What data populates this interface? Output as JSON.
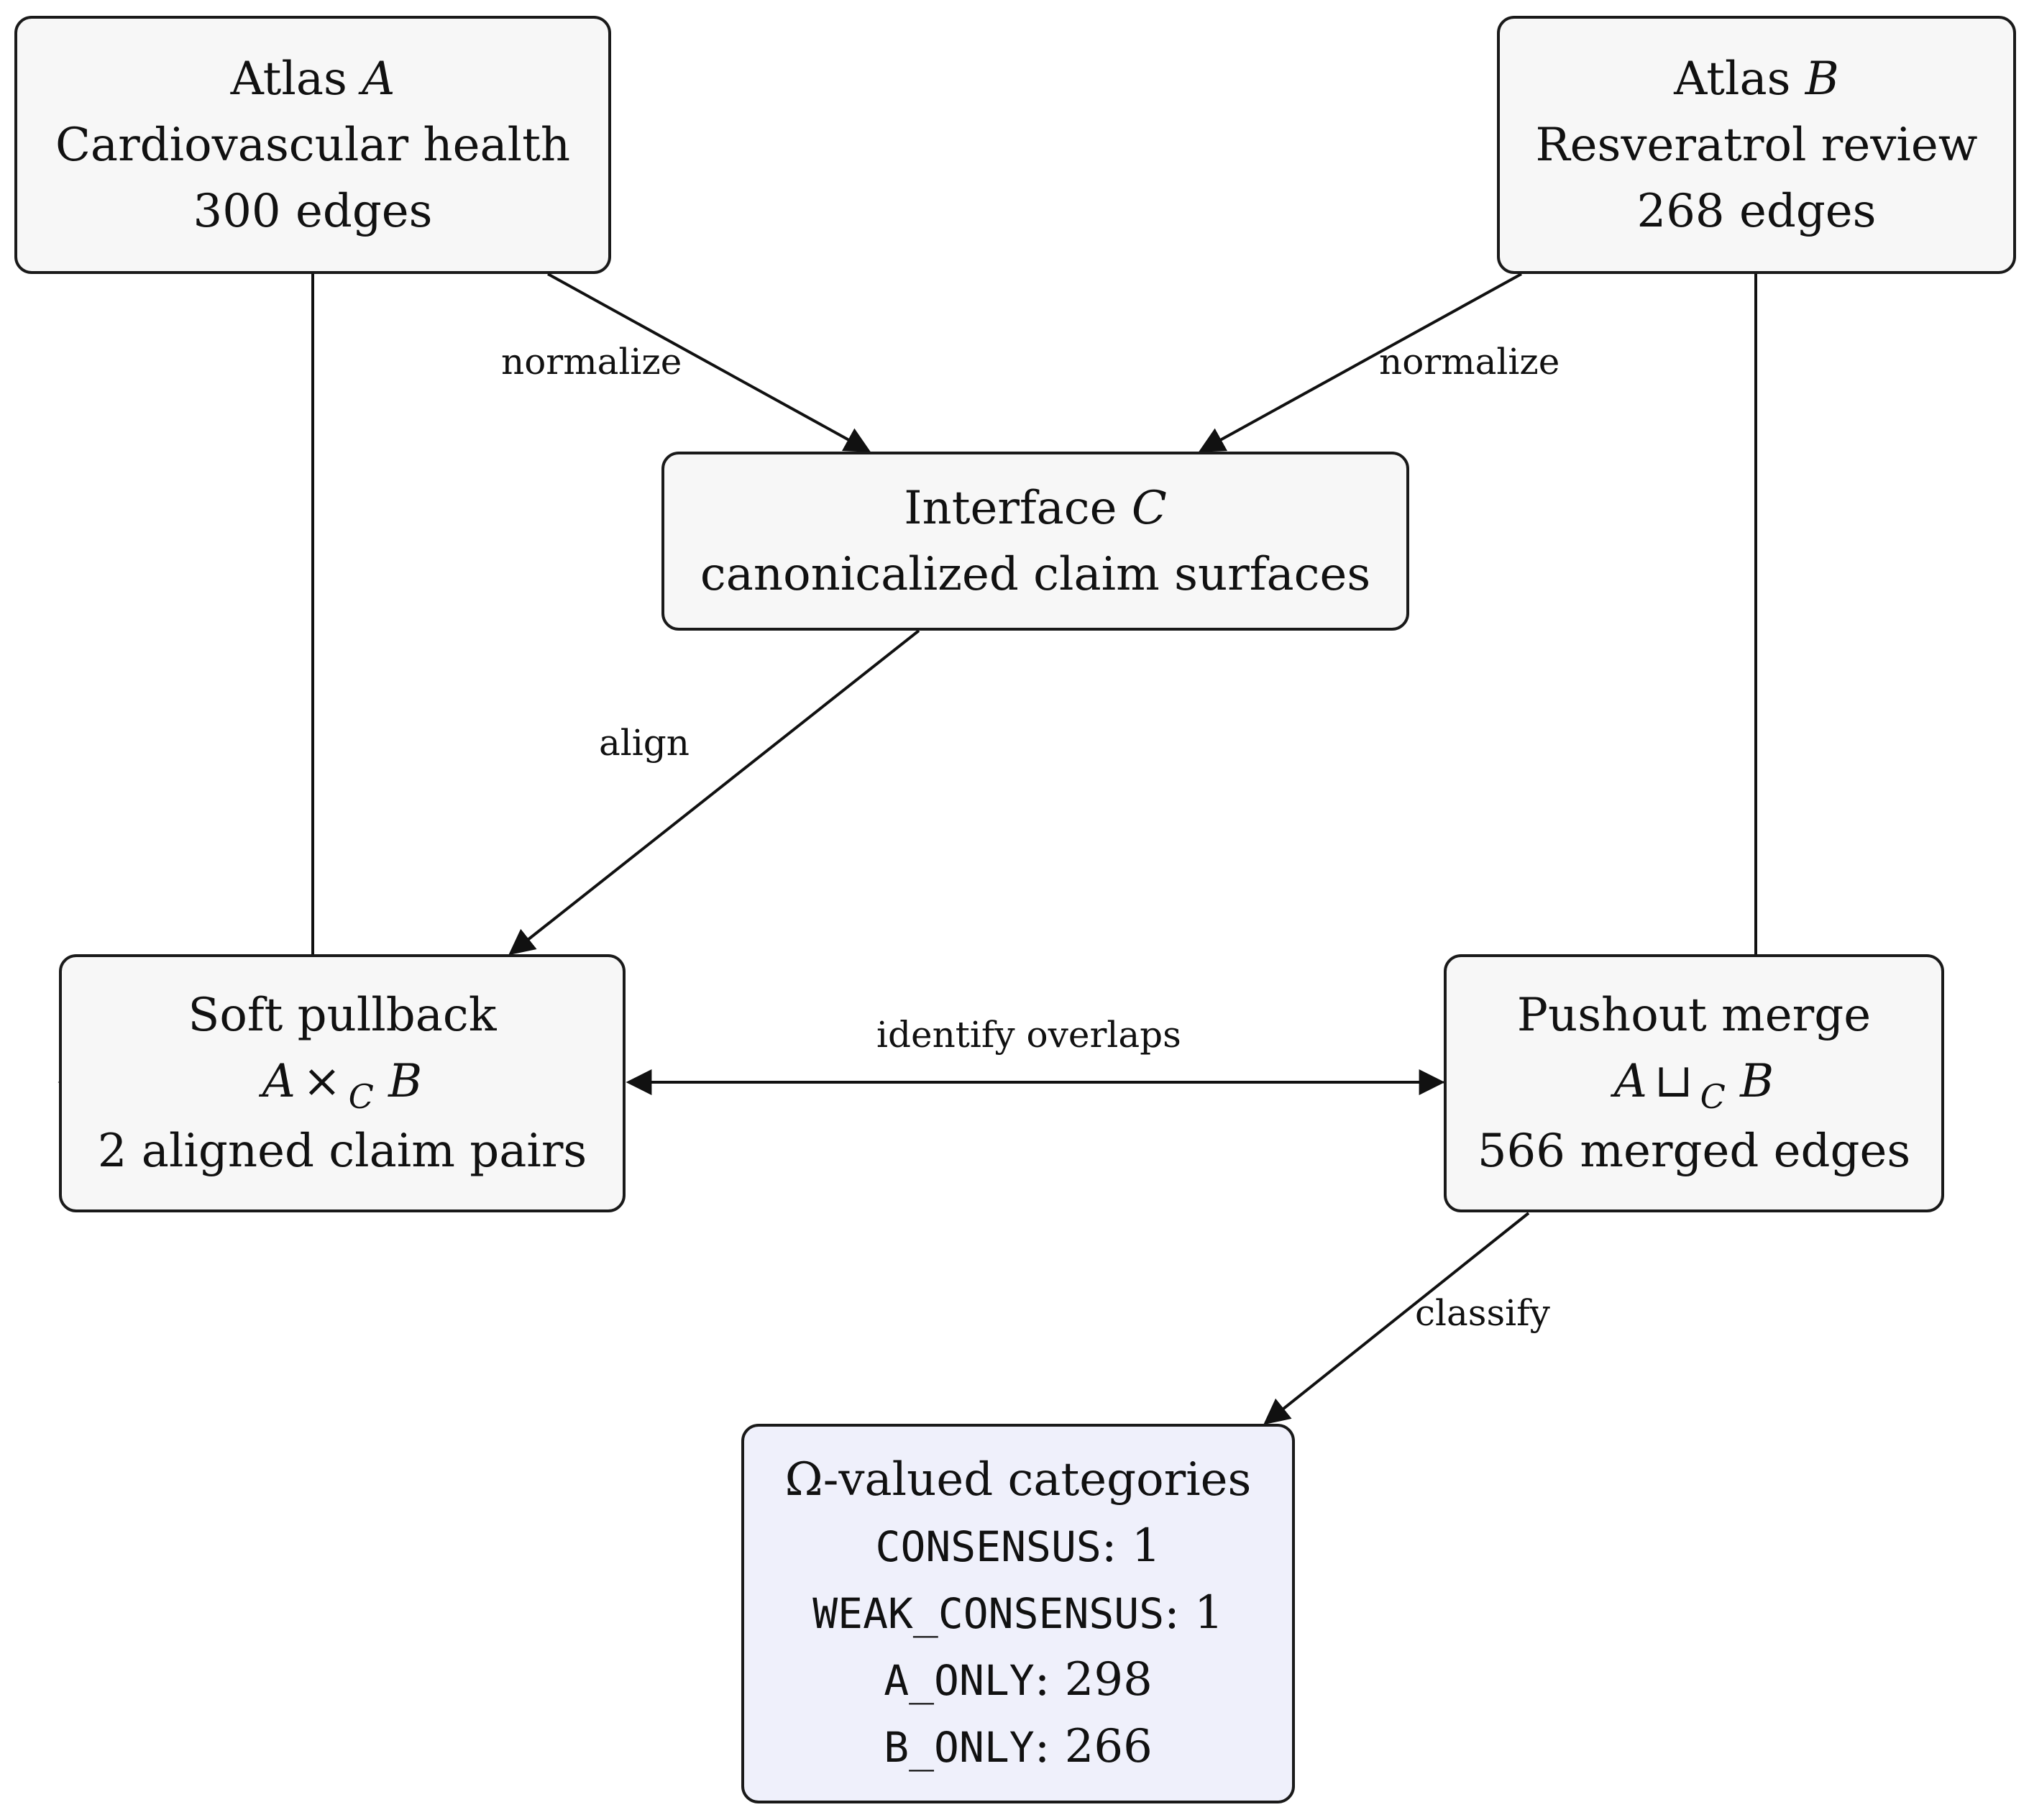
{
  "nodes": {
    "atlas_a": {
      "title": "Atlas",
      "symbol": "A",
      "subtitle": "Cardiovascular health",
      "edges": "300 edges"
    },
    "atlas_b": {
      "title": "Atlas",
      "symbol": "B",
      "subtitle": "Resveratrol review",
      "edges": "268 edges"
    },
    "interface": {
      "title": "Interface",
      "symbol": "C",
      "subtitle": "canonicalized claim surfaces"
    },
    "pullback": {
      "title": "Soft pullback",
      "left": "A",
      "op": "×",
      "sub": "C",
      "right": "B",
      "detail": "2 aligned claim pairs"
    },
    "pushout": {
      "title": "Pushout merge",
      "left": "A",
      "op": "⊔",
      "sub": "C",
      "right": "B",
      "detail": "566 merged edges"
    },
    "omega": {
      "title": "Ω-valued categories",
      "rows": [
        {
          "key": "CONSENSUS",
          "value": ": 1"
        },
        {
          "key": "WEAK_CONSENSUS",
          "value": ": 1"
        },
        {
          "key": "A_ONLY",
          "value": ": 298"
        },
        {
          "key": "B_ONLY",
          "value": ": 266"
        }
      ]
    }
  },
  "edge_labels": {
    "normalize_a": "normalize",
    "normalize_b": "normalize",
    "align": "align",
    "identify": "identify overlaps",
    "classify": "classify"
  },
  "colors": {
    "node_fill": "#f7f7f7",
    "omega_fill": "#eff0fb",
    "stroke": "#1a1a1a"
  }
}
